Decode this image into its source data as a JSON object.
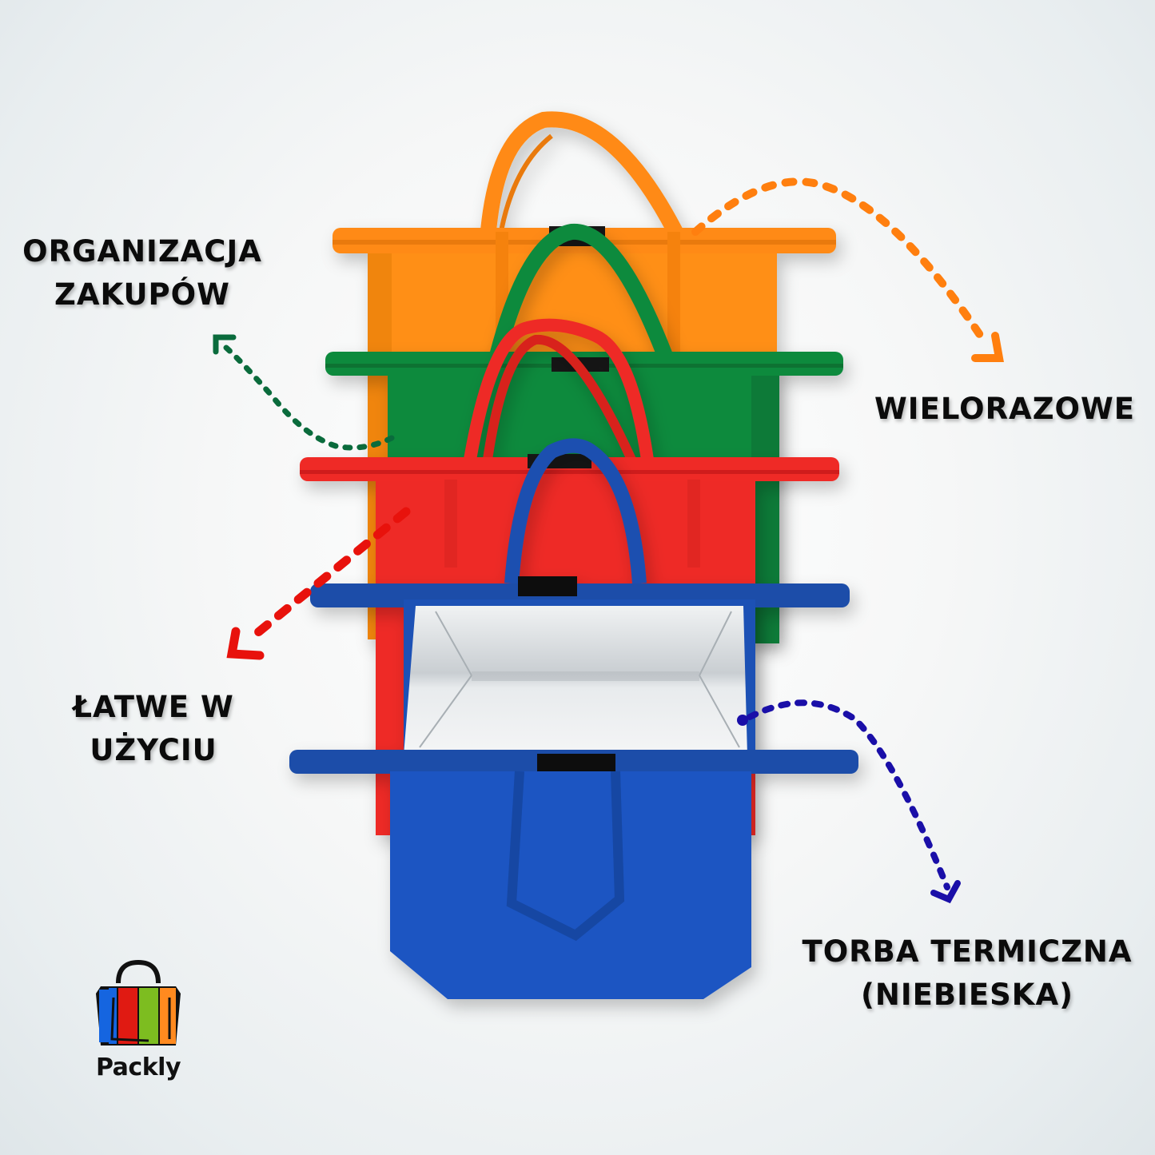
{
  "brand": {
    "name": "Packly",
    "logo_icon": "shopping-bag-icon",
    "logo_stripes": [
      "#1565e0",
      "#e01a12",
      "#7dbd20",
      "#ff8a1f"
    ]
  },
  "labels": {
    "organizacja": {
      "line1": "ORGANIZACJA",
      "line2": "ZAKUPÓW",
      "arrow_color": "#0a6b3c"
    },
    "wielorazowe": {
      "line1": "WIELORAZOWE",
      "arrow_color": "#ff7f0f"
    },
    "latwe": {
      "line1": "ŁATWE W",
      "line2": "UŻYCIU",
      "arrow_color": "#e8120c"
    },
    "torba": {
      "line1": "TORBA TERMICZNA",
      "line2": "(NIEBIESKA)",
      "arrow_color": "#1a0fa8"
    }
  },
  "product": {
    "bags": [
      {
        "name": "orange",
        "color": "#ff8a12"
      },
      {
        "name": "green",
        "color": "#0f8a3e"
      },
      {
        "name": "red",
        "color": "#ee2b27"
      },
      {
        "name": "blue-thermal",
        "color": "#1b52b8",
        "lining": "#d8dde0"
      }
    ],
    "strap_color": "#151515"
  }
}
